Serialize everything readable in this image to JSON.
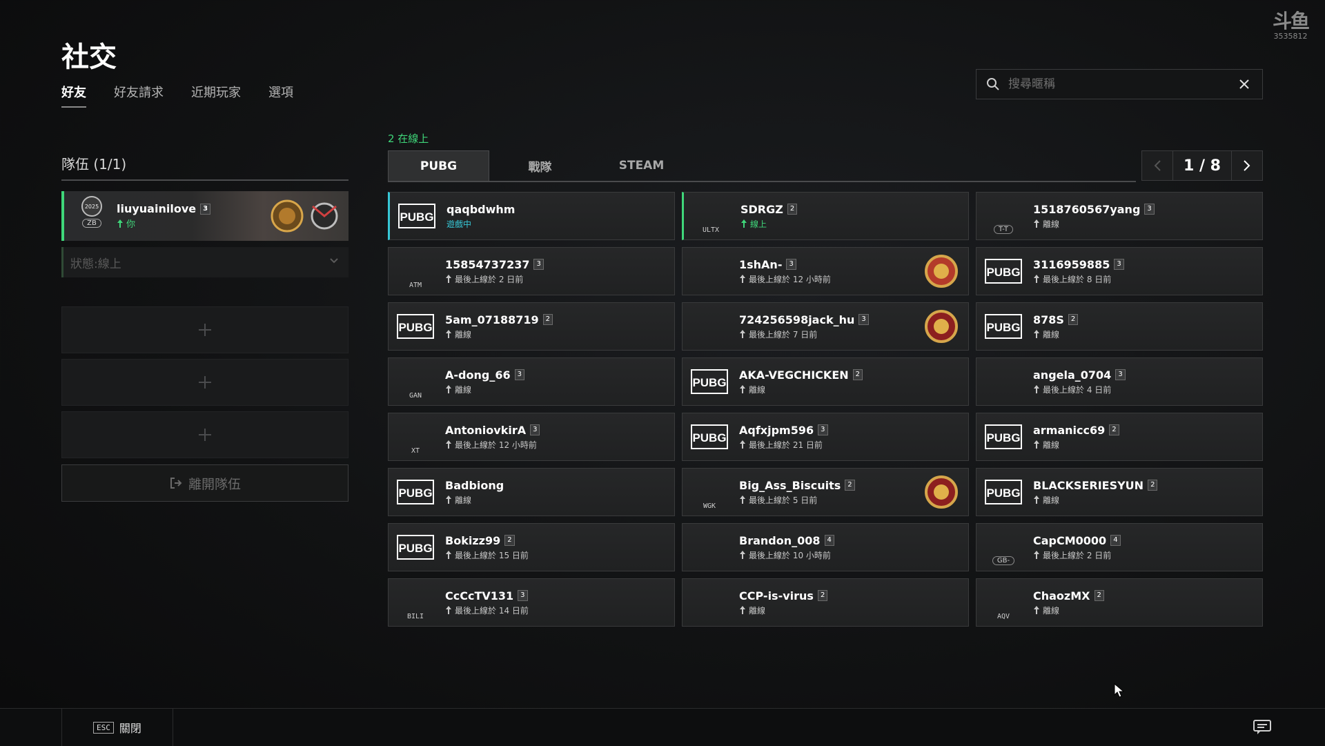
{
  "page": {
    "title": "社交"
  },
  "watermark": {
    "logo_text": "斗鱼",
    "room_id": "3535812"
  },
  "nav_tabs": [
    "好友",
    "好友請求",
    "近期玩家",
    "選項"
  ],
  "search": {
    "placeholder": "搜尋暱稱"
  },
  "party": {
    "title": "隊伍 (1/1)",
    "member": {
      "name": "liuyuainilove",
      "tier": "3",
      "status": "你",
      "year_badge": "2025",
      "tag": "ZB"
    },
    "status_select": "狀態:線上",
    "leave_label": "離開隊伍"
  },
  "friends": {
    "online_count": "2 在線上",
    "tabs": [
      "PUBG",
      "戰隊",
      "STEAM"
    ],
    "page_indicator": "1 / 8",
    "list": [
      {
        "name": "qaqbdwhm",
        "tier": "",
        "status": "遊戲中",
        "state": "ingame",
        "avatar": "pubg",
        "tag": ""
      },
      {
        "name": "SDRGZ",
        "tier": "2",
        "status": "線上",
        "state": "online",
        "avatar": "none",
        "tag": "ULTX"
      },
      {
        "name": "1518760567yang",
        "tier": "3",
        "status": "離線",
        "state": "offline",
        "avatar": "pill",
        "tag": "T-T"
      },
      {
        "name": "15854737237",
        "tier": "3",
        "status": "最後上線於 2 日前",
        "state": "offline",
        "avatar": "none",
        "tag": "ATM"
      },
      {
        "name": "1shAn-",
        "tier": "3",
        "status": "最後上線於 12 小時前",
        "state": "offline",
        "avatar": "none",
        "tag": "",
        "medal": "target"
      },
      {
        "name": "3116959885",
        "tier": "3",
        "status": "最後上線於 8 日前",
        "state": "offline",
        "avatar": "pubg",
        "tag": ""
      },
      {
        "name": "5am_07188719",
        "tier": "2",
        "status": "離線",
        "state": "offline",
        "avatar": "pubg",
        "tag": ""
      },
      {
        "name": "724256598jack_hu",
        "tier": "3",
        "status": "最後上線於 7 日前",
        "state": "offline",
        "avatar": "none",
        "tag": "",
        "medal": "red"
      },
      {
        "name": "878S",
        "tier": "2",
        "status": "離線",
        "state": "offline",
        "avatar": "pubg",
        "tag": ""
      },
      {
        "name": "A-dong_66",
        "tier": "3",
        "status": "離線",
        "state": "offline",
        "avatar": "none",
        "tag": "GAN"
      },
      {
        "name": "AKA-VEGCHICKEN",
        "tier": "2",
        "status": "離線",
        "state": "offline",
        "avatar": "pubg",
        "tag": ""
      },
      {
        "name": "angela_0704",
        "tier": "3",
        "status": "最後上線於 4 日前",
        "state": "offline",
        "avatar": "none",
        "tag": ""
      },
      {
        "name": "AntoniovkirA",
        "tier": "3",
        "status": "最後上線於 12 小時前",
        "state": "offline",
        "avatar": "none",
        "tag": "XT"
      },
      {
        "name": "Aqfxjpm596",
        "tier": "3",
        "status": "最後上線於 21 日前",
        "state": "offline",
        "avatar": "pubg",
        "tag": ""
      },
      {
        "name": "armanicc69",
        "tier": "2",
        "status": "離線",
        "state": "offline",
        "avatar": "pubg",
        "tag": ""
      },
      {
        "name": "Badbiong",
        "tier": "",
        "status": "離線",
        "state": "offline",
        "avatar": "pubg",
        "tag": ""
      },
      {
        "name": "Big_Ass_Biscuits",
        "tier": "2",
        "status": "最後上線於 5 日前",
        "state": "offline",
        "avatar": "none",
        "tag": "WGK",
        "medal": "red"
      },
      {
        "name": "BLACKSERIESYUN",
        "tier": "2",
        "status": "離線",
        "state": "offline",
        "avatar": "pubg",
        "tag": ""
      },
      {
        "name": "Bokizz99",
        "tier": "2",
        "status": "最後上線於 15 日前",
        "state": "offline",
        "avatar": "pubg",
        "tag": ""
      },
      {
        "name": "Brandon_008",
        "tier": "4",
        "status": "最後上線於 10 小時前",
        "state": "offline",
        "avatar": "none",
        "tag": ""
      },
      {
        "name": "CapCM0000",
        "tier": "4",
        "status": "最後上線於 2 日前",
        "state": "offline",
        "avatar": "pill",
        "tag": "GB-"
      },
      {
        "name": "CcCcTV131",
        "tier": "3",
        "status": "最後上線於 14 日前",
        "state": "offline",
        "avatar": "none",
        "tag": "BILI"
      },
      {
        "name": "CCP-is-virus",
        "tier": "2",
        "status": "離線",
        "state": "offline",
        "avatar": "none",
        "tag": ""
      },
      {
        "name": "ChaozMX",
        "tier": "2",
        "status": "離線",
        "state": "offline",
        "avatar": "none",
        "tag": "AQV"
      }
    ]
  },
  "footer": {
    "esc_key": "ESC",
    "close_label": "關閉"
  },
  "colors": {
    "online": "#3fd77a",
    "ingame": "#37c7d6",
    "background": "#111213"
  }
}
